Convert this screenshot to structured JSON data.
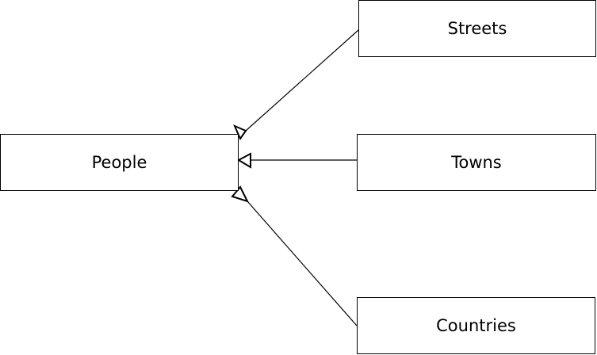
{
  "diagram": {
    "type": "uml-generalization",
    "nodes": {
      "people": {
        "label": "People"
      },
      "streets": {
        "label": "Streets"
      },
      "towns": {
        "label": "Towns"
      },
      "countries": {
        "label": "Countries"
      }
    },
    "edges": [
      {
        "from": "streets",
        "to": "people",
        "arrow": "hollow-triangle"
      },
      {
        "from": "towns",
        "to": "people",
        "arrow": "hollow-triangle"
      },
      {
        "from": "countries",
        "to": "people",
        "arrow": "hollow-triangle"
      }
    ],
    "colors": {
      "stroke": "#000000",
      "fill": "#ffffff",
      "text": "#000000"
    }
  }
}
